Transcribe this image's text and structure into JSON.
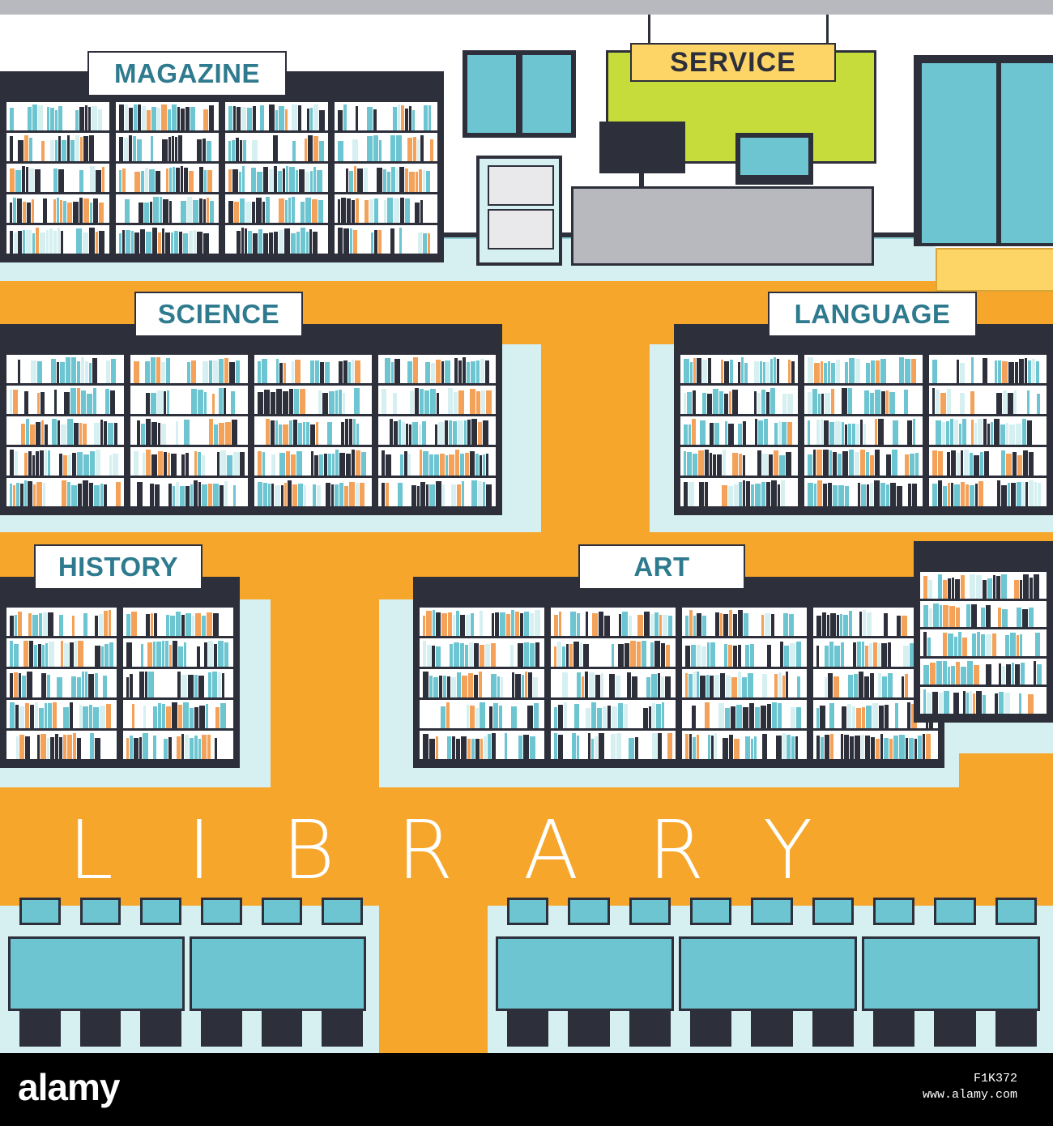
{
  "signs": {
    "magazine": "MAGAZINE",
    "service": "SERVICE",
    "science": "SCIENCE",
    "language": "LANGUAGE",
    "history": "HISTORY",
    "art": "ART"
  },
  "title_letters": [
    "L",
    "I",
    "B",
    "R",
    "A",
    "R",
    "Y"
  ],
  "footer": {
    "brand": "alamy",
    "image_id": "F1K372",
    "site": "www.alamy.com"
  },
  "colors": {
    "floor": "#f6a62b",
    "shelf_frame": "#2d2f3b",
    "teal": "#6cc5d0",
    "pale_teal": "#d6f0f2",
    "sign_text": "#2e7a8e",
    "service_sign": "#fdd466",
    "notice_board": "#c5dc3b"
  }
}
